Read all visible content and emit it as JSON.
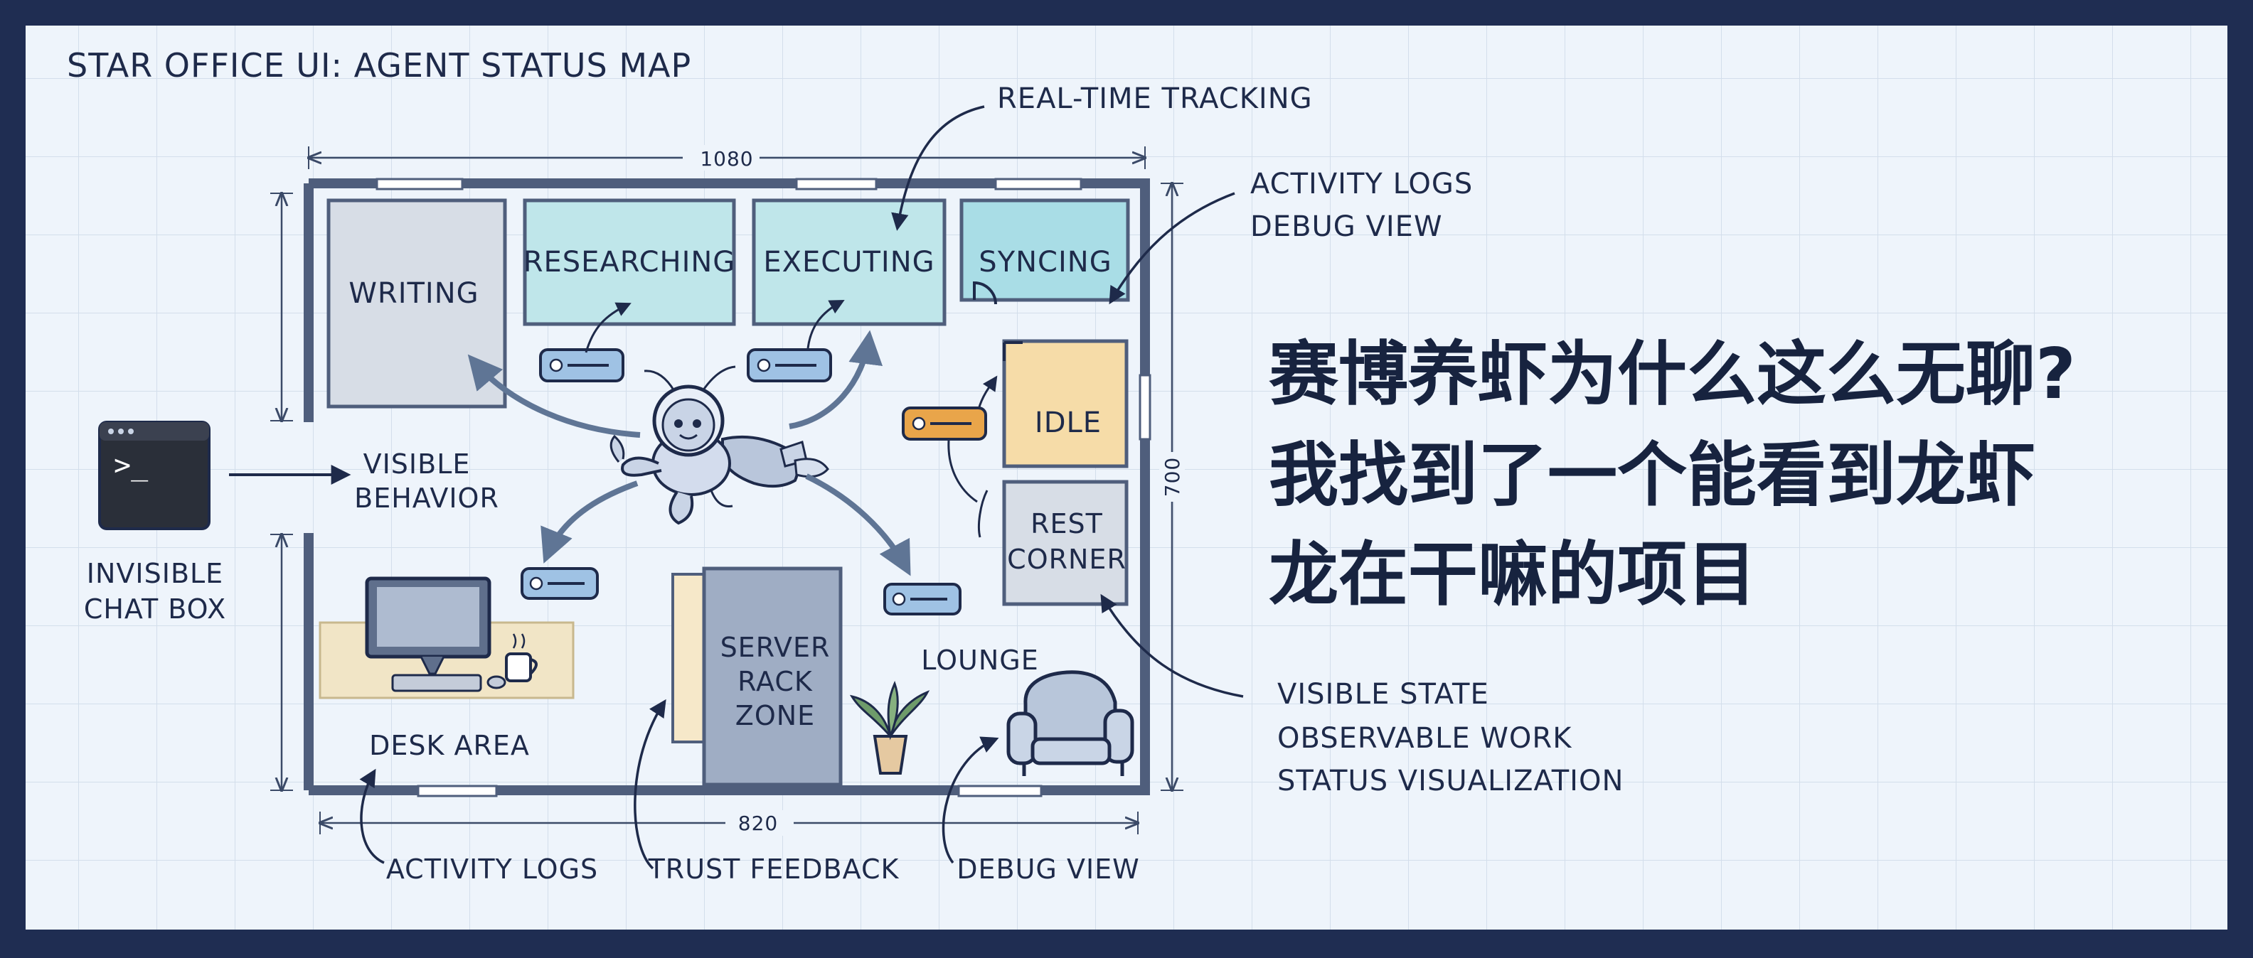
{
  "header": {
    "title": "STAR OFFICE UI: AGENT STATUS MAP"
  },
  "dimensions": {
    "top": "1080",
    "right": "700",
    "bottom": "820"
  },
  "rooms": {
    "writing": "WRITING",
    "researching": "RESEARCHING",
    "executing": "EXECUTING",
    "syncing": "SYNCING",
    "idle": "IDLE",
    "rest_line1": "REST",
    "rest_line2": "CORNER",
    "server_line1": "SERVER",
    "server_line2": "RACK",
    "server_line3": "ZONE",
    "lounge": "LOUNGE",
    "desk_area": "DESK AREA"
  },
  "annotations": {
    "realtime": "REAL-TIME TRACKING",
    "logs_line1": "ACTIVITY LOGS",
    "logs_line2": "DEBUG VIEW",
    "visible_line1": "VISIBLE",
    "visible_line2": "BEHAVIOR",
    "chat_line1": "INVISIBLE",
    "chat_line2": "CHAT BOX",
    "terminal_prompt": ">_",
    "state_line1": "VISIBLE STATE",
    "state_line2": "OBSERVABLE WORK",
    "state_line3": "STATUS VISUALIZATION",
    "bottom_logs": "ACTIVITY LOGS",
    "bottom_trust": "TRUST FEEDBACK",
    "bottom_debug": "DEBUG VIEW"
  },
  "headline": {
    "line1": "赛博养虾为什么这么无聊?",
    "line2": "我找到了一个能看到龙虾",
    "line3": "龙在干嘛的项目"
  },
  "colors": {
    "frame": "#1f2d52",
    "paper": "#eef4fb",
    "ink": "#1e2a4a",
    "room_teal": "#bfe6ea",
    "room_gray": "#d7dde6",
    "room_idle": "#f6dca8",
    "status_orange": "#e9a54a",
    "status_blue": "#9fc2e4"
  }
}
